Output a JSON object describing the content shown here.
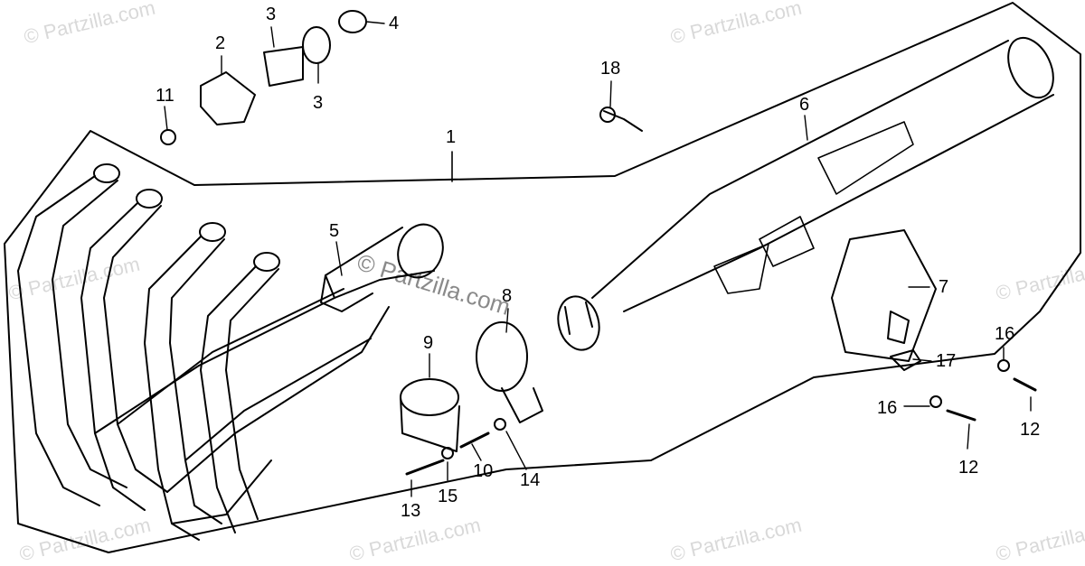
{
  "watermark": "© Partzilla.com",
  "callouts": {
    "c1": "1",
    "c2": "2",
    "c3a": "3",
    "c3b": "3",
    "c4": "4",
    "c5": "5",
    "c6": "6",
    "c7": "7",
    "c8": "8",
    "c9": "9",
    "c10": "10",
    "c11": "11",
    "c12a": "12",
    "c12b": "12",
    "c13": "13",
    "c14": "14",
    "c15": "15",
    "c16a": "16",
    "c16b": "16",
    "c17": "17",
    "c18": "18"
  },
  "colors": {
    "line": "#000000",
    "watermark": "#d9d9d9",
    "background": "#ffffff"
  }
}
